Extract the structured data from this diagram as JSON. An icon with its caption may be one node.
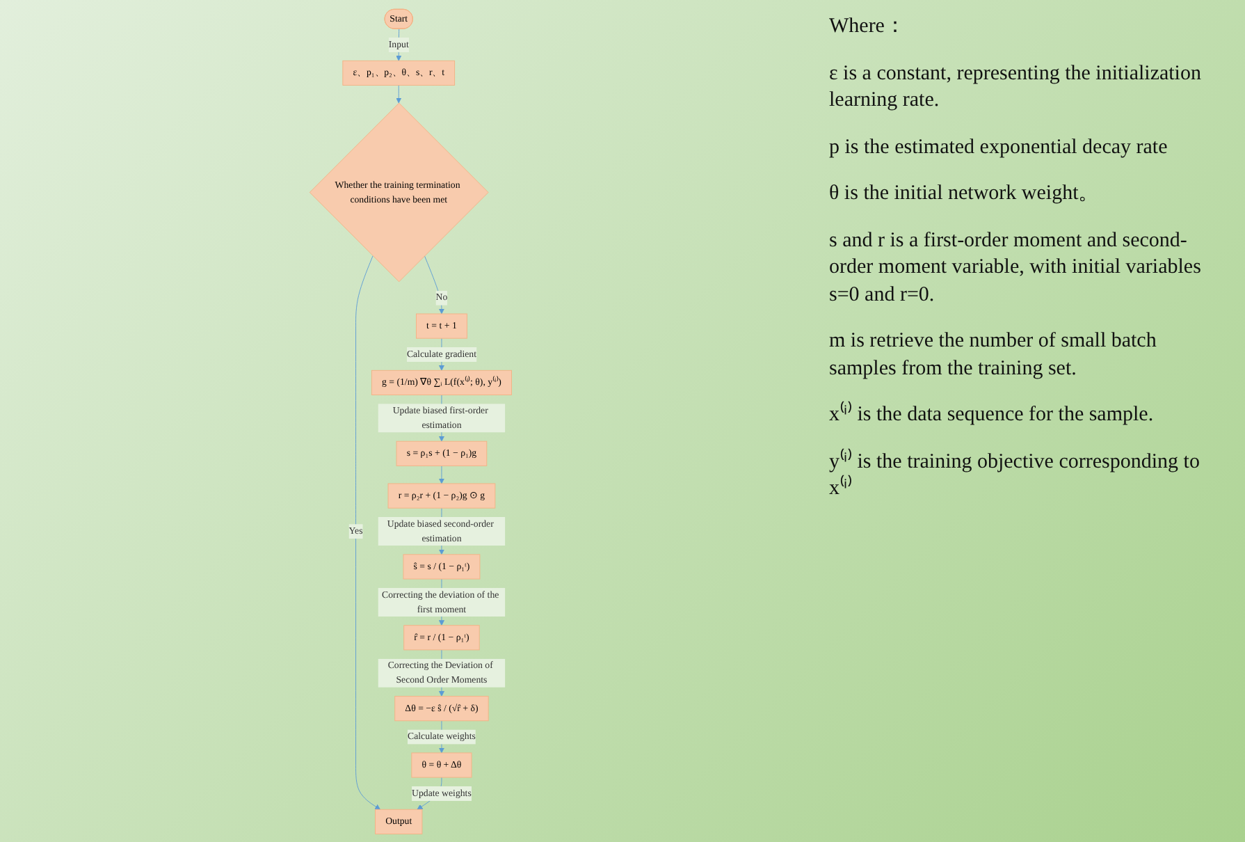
{
  "diagram": {
    "nodes": [
      {
        "text": [
          "Start"
        ]
      },
      {
        "text": [
          "ε、p₁、p₂、θ、s、r、t"
        ]
      },
      {
        "text": [
          "Whether the training termination conditions have been met"
        ]
      },
      {
        "text": [
          "t = t + 1"
        ]
      },
      {
        "text": [
          "g = (1/m) ∇θ ∑ᵢ L(f(x⁽ⁱ⁾; θ), y⁽ⁱ⁾)"
        ]
      },
      {
        "text": [
          "s = ρ₁s + (1 − ρ₁)g"
        ]
      },
      {
        "text": [
          "r = ρ₂r + (1 − ρ₂)g ⊙ g"
        ]
      },
      {
        "text": [
          "ŝ = s / (1 − ρ₁ᵗ)"
        ]
      },
      {
        "text": [
          "r̂ = r / (1 − ρ₁ᵗ)"
        ]
      },
      {
        "text": [
          "Δθ = −ε ŝ / (√r̂ + δ)"
        ]
      },
      {
        "text": [
          "θ = θ + Δθ"
        ]
      },
      {
        "text": [
          "Output"
        ]
      }
    ],
    "edges": [
      {
        "from": 0,
        "to": 1,
        "arrow": "to",
        "label": "Input"
      },
      {
        "from": 1,
        "to": 2,
        "arrow": "to"
      },
      {
        "from": 2,
        "to": 11,
        "arrow": "to",
        "label": "Yes"
      },
      {
        "from": 2,
        "to": 3,
        "arrow": "to",
        "label": "No"
      },
      {
        "from": 3,
        "to": 4,
        "arrow": "to",
        "label": "Calculate gradient"
      },
      {
        "from": 4,
        "to": 5,
        "arrow": "to",
        "label": "Update biased first-order estimation"
      },
      {
        "from": 5,
        "to": 6,
        "arrow": "to"
      },
      {
        "from": 6,
        "to": 7,
        "arrow": "to",
        "label": "Update biased second-order estimation"
      },
      {
        "from": 7,
        "to": 8,
        "arrow": "to",
        "label": "Correcting the deviation of the first moment"
      },
      {
        "from": 8,
        "to": 9,
        "arrow": "to",
        "label": "Correcting the Deviation of Second Order Moments"
      },
      {
        "from": 9,
        "to": 10,
        "arrow": "to",
        "label": "Calculate weights"
      },
      {
        "from": 10,
        "to": 11,
        "arrow": "to",
        "label": "Update weights"
      }
    ],
    "labels": [
      "Where：",
      "ε is a constant, representing the initialization learning rate.",
      "p is the estimated exponential decay rate",
      "θ is the initial network weight。",
      "s and r is a first-order moment and second-order moment variable, with initial variables s=0 and r=0.",
      "m is retrieve the number of small batch samples from the training set.",
      "x⁽ⁱ⁾ is the data sequence for the sample.",
      "y⁽ⁱ⁾ is the training objective corresponding to x⁽ⁱ⁾"
    ]
  }
}
